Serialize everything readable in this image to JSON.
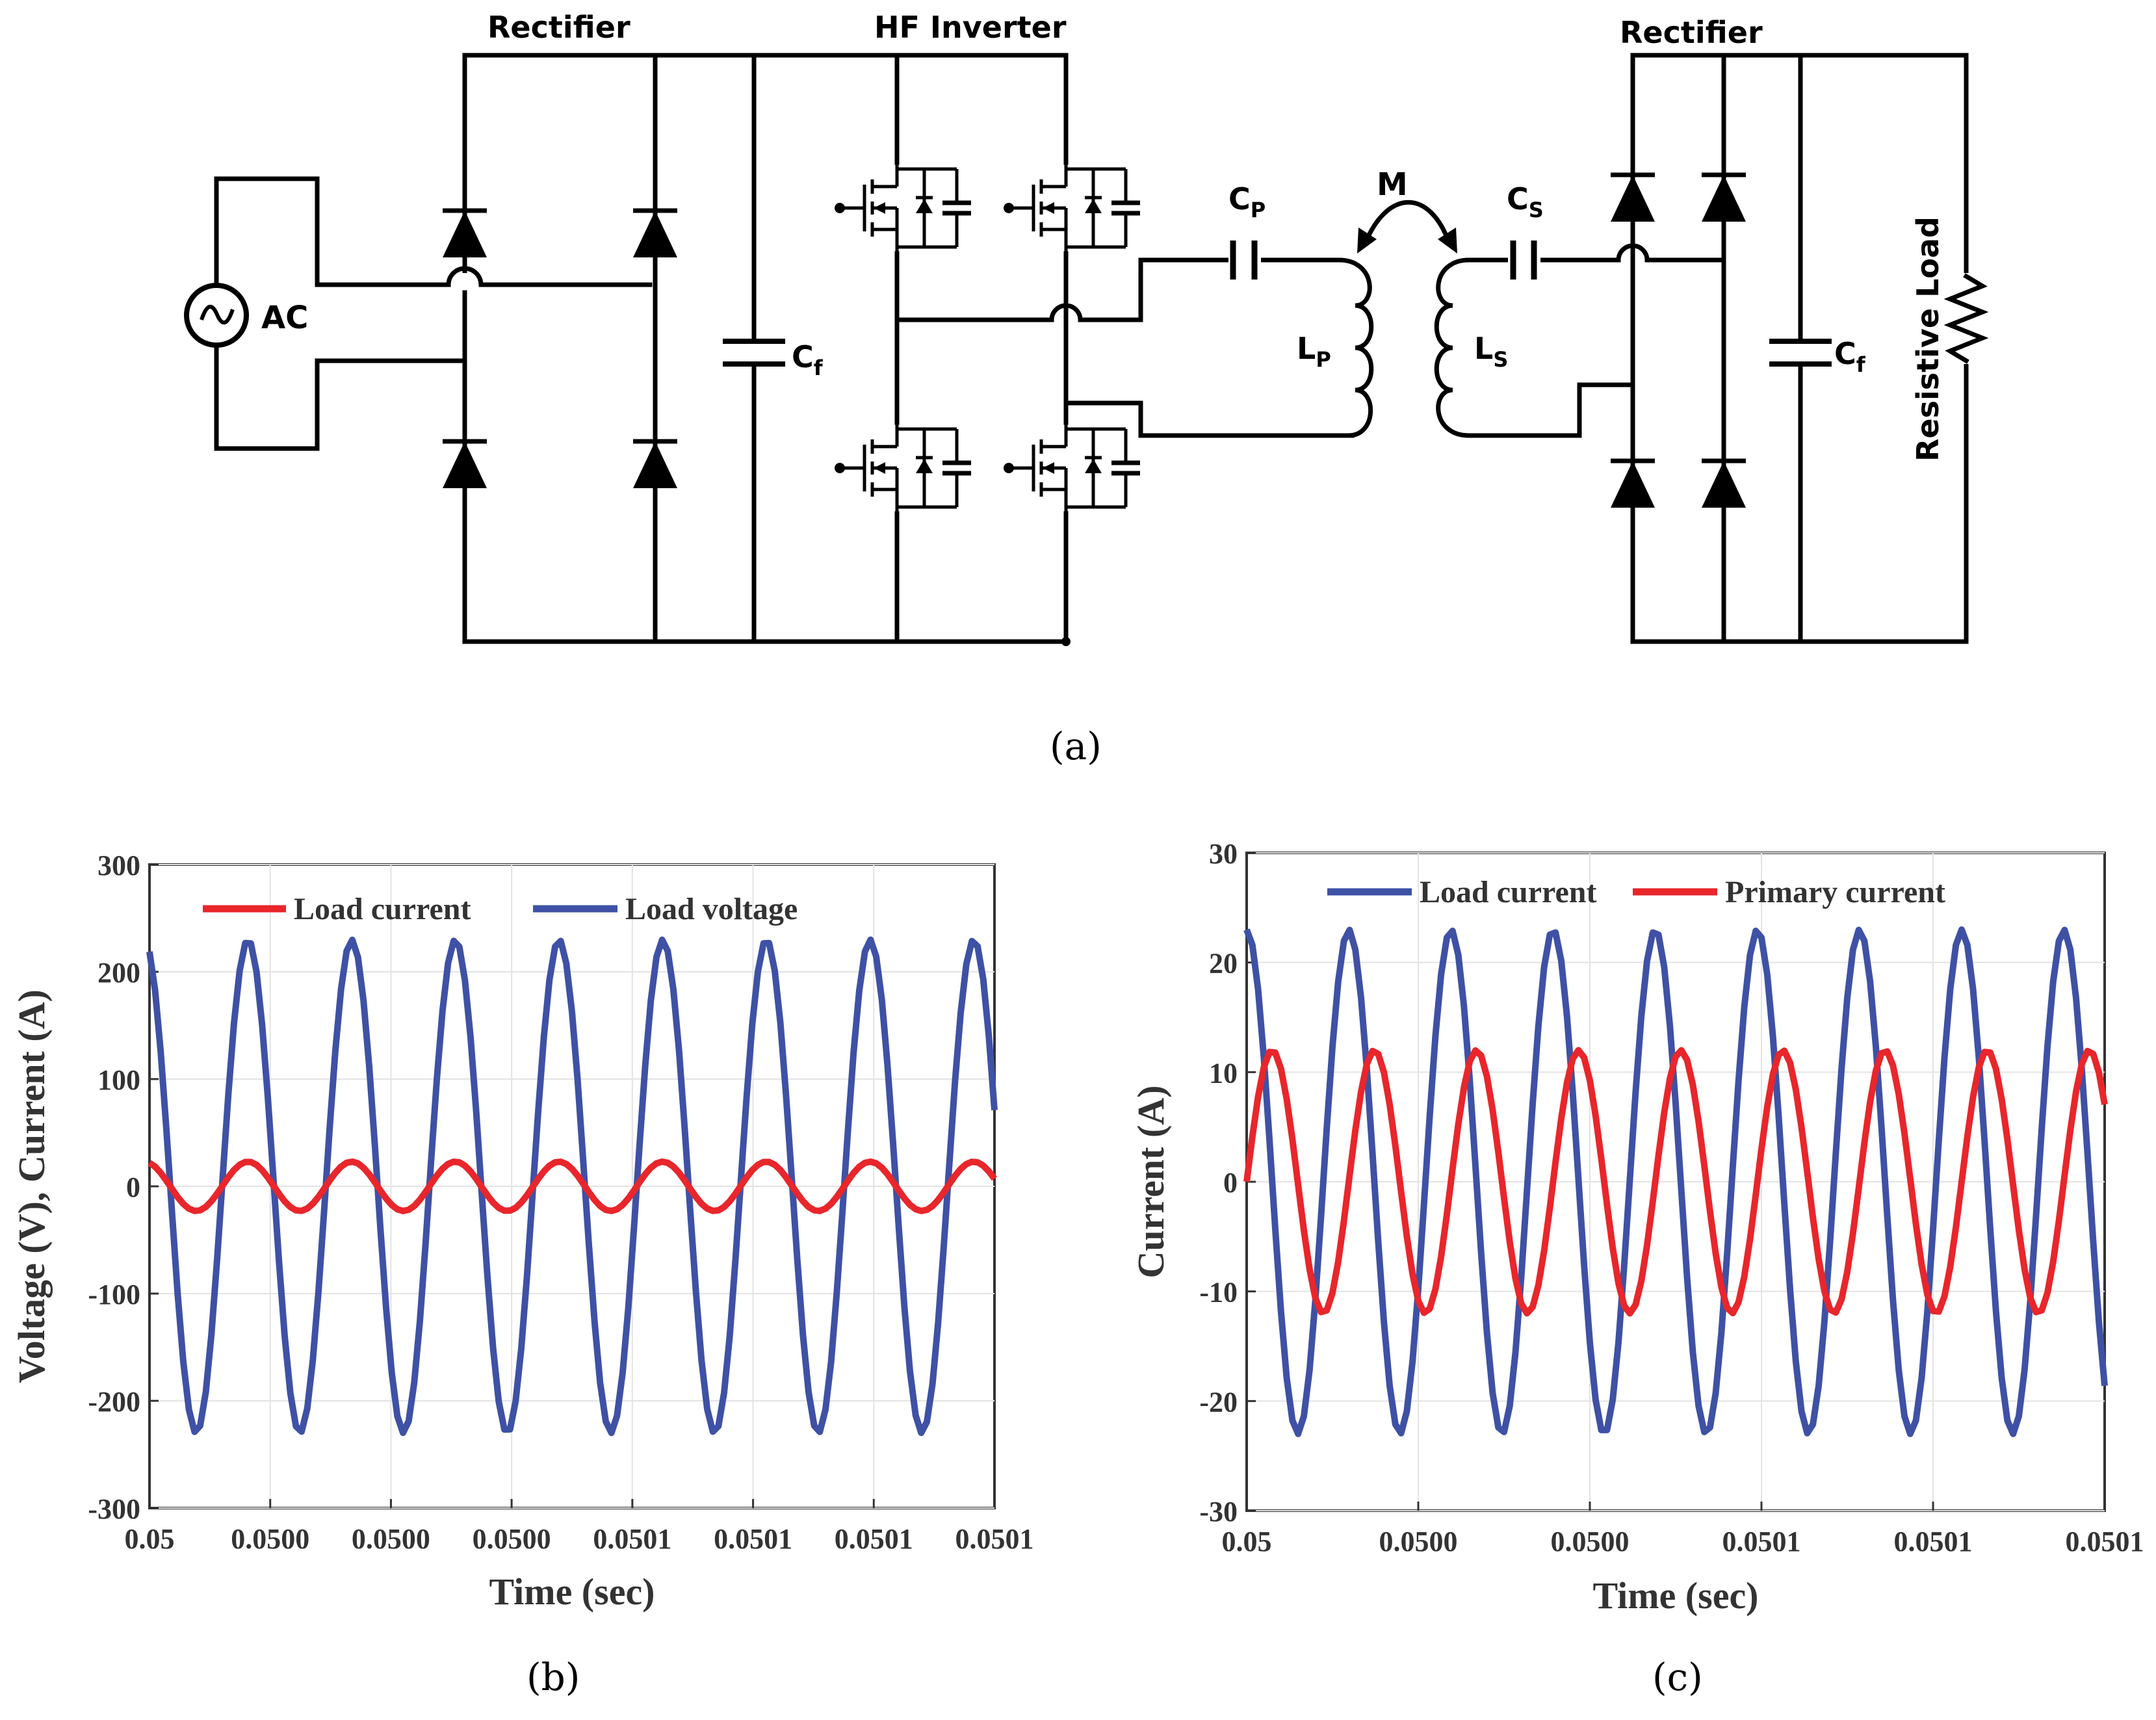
{
  "panel_a": {
    "caption": "(a)",
    "labels": {
      "rectifier_left": "Rectifier",
      "hf_inverter": "HF Inverter",
      "rectifier_right": "Rectifier",
      "ac_source": "AC",
      "cf_left": "C",
      "cf_left_sub": "f",
      "cp": "C",
      "cp_sub": "P",
      "lp": "L",
      "lp_sub": "P",
      "mutual": "M",
      "cs": "C",
      "cs_sub": "S",
      "ls": "L",
      "ls_sub": "S",
      "cf_right": "C",
      "cf_right_sub": "f",
      "load": "Resistive Load"
    }
  },
  "chart_data": [
    {
      "id": "b",
      "type": "line",
      "caption": "(b)",
      "xlabel": "Time (sec)",
      "ylabel": "Voltage (V), Current (A)",
      "xticks": [
        "0.05",
        "0.0500",
        "0.0500",
        "0.0500",
        "0.0501",
        "0.0501",
        "0.0501",
        "0.0501"
      ],
      "yticks": [
        "300",
        "200",
        "100",
        "0",
        "-100",
        "-200",
        "-300"
      ],
      "ylim": [
        -300,
        300
      ],
      "grid": true,
      "legend_position": "top",
      "legend": [
        "Load current",
        "Load voltage"
      ],
      "series": [
        {
          "name": "Load current",
          "color": "#e8262b",
          "amplitude": 23,
          "phase_periods": 0.05,
          "samples": [
            23,
            20.6,
            13.9,
            4.1,
            -6.7,
            -16.3,
            -22.1,
            -22.8,
            -18.3,
            -9.7,
            0.9,
            11.2,
            19.3,
            22.9
          ]
        },
        {
          "name": "Load voltage",
          "color": "#3f51a5",
          "amplitude": 230,
          "phase_periods": 0.05,
          "samples": [
            230,
            206,
            139,
            41,
            -67,
            -163,
            -221,
            -228,
            -183,
            -97,
            9,
            112,
            193,
            229
          ]
        }
      ],
      "periods": 8.15
    },
    {
      "id": "c",
      "type": "line",
      "caption": "(c)",
      "xlabel": "Time (sec)",
      "ylabel": "Current (A)",
      "xticks": [
        "0.05",
        "0.0500",
        "0.0500",
        "0.0501",
        "0.0501",
        "0.0501"
      ],
      "yticks": [
        "30",
        "20",
        "10",
        "0",
        "-10",
        "-20",
        "-30"
      ],
      "ylim": [
        -30,
        30
      ],
      "grid": true,
      "legend_position": "top",
      "legend": [
        "Load current",
        "Primary current"
      ],
      "series": [
        {
          "name": "Load current",
          "color": "#3f51a5",
          "amplitude": 23,
          "phase_periods": 0.0,
          "samples": [
            23,
            19.6,
            10.4,
            -1.5,
            -13.0,
            -20.9,
            -22.7,
            -17.8,
            -7.6,
            4.6,
            15.3,
            21.9,
            22.4
          ]
        },
        {
          "name": "Primary current",
          "color": "#e8262b",
          "amplitude": 12,
          "phase_periods": -0.25,
          "samples": [
            -1.5,
            5.8,
            10.8,
            11.7,
            8.1,
            1.4,
            -6.0,
            -11.0,
            -11.8,
            -8.0,
            -1.2,
            6.3,
            11.1
          ]
        }
      ],
      "periods": 8.4
    }
  ]
}
